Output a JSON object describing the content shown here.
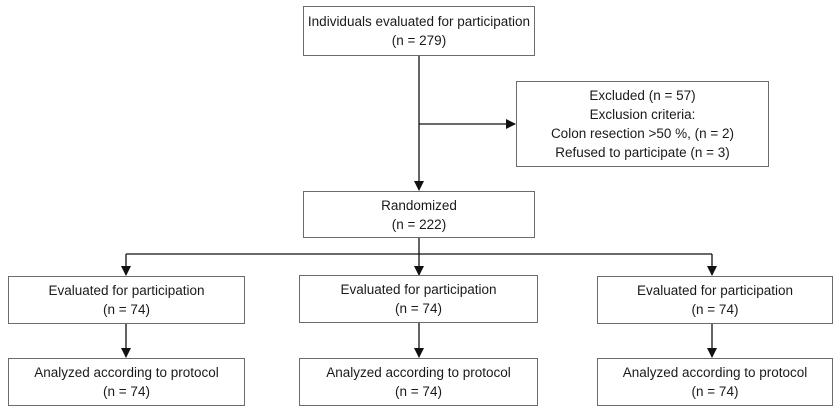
{
  "flowchart": {
    "evaluated": {
      "line1": "Individuals evaluated for participation",
      "line2": "(n = 279)"
    },
    "excluded": {
      "line1": "Excluded (n = 57)",
      "line2": "Exclusion criteria:",
      "line3": "Colon resection >50 %, (n = 2)",
      "line4": "Refused to participate (n = 3)"
    },
    "randomized": {
      "line1": "Randomized",
      "line2": "(n = 222)"
    },
    "arms": [
      {
        "evaluated": {
          "line1": "Evaluated for participation",
          "line2": "(n = 74)"
        },
        "analyzed": {
          "line1": "Analyzed according to protocol",
          "line2": "(n = 74)"
        }
      },
      {
        "evaluated": {
          "line1": "Evaluated for participation",
          "line2": "(n = 74)"
        },
        "analyzed": {
          "line1": "Analyzed according to protocol",
          "line2": "(n = 74)"
        }
      },
      {
        "evaluated": {
          "line1": "Evaluated for participation",
          "line2": "(n = 74)"
        },
        "analyzed": {
          "line1": "Analyzed according to protocol",
          "line2": "(n = 74)"
        }
      }
    ]
  }
}
